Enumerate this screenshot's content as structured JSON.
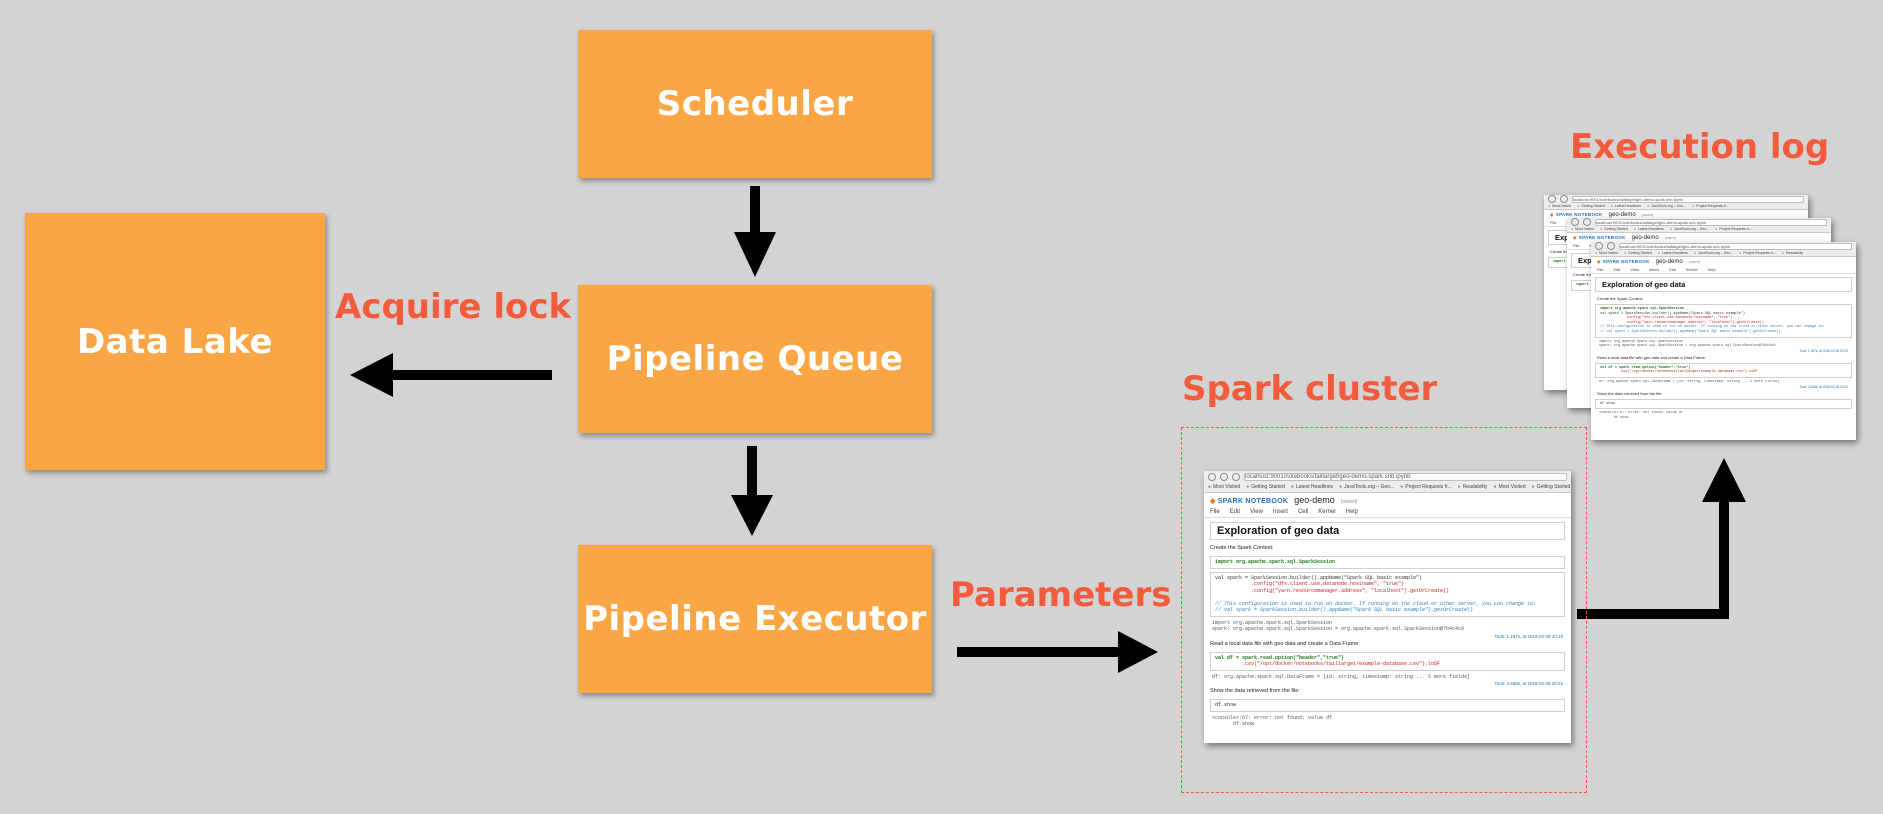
{
  "boxes": {
    "scheduler": "Scheduler",
    "pipeline_queue": "Pipeline Queue",
    "pipeline_executor": "Pipeline Executor",
    "data_lake": "Data Lake"
  },
  "labels": {
    "acquire_lock": "Acquire lock",
    "parameters": "Parameters",
    "spark_cluster": "Spark cluster",
    "execution_log": "Execution log"
  },
  "colors": {
    "box_fill": "#fba645",
    "box_text": "#ffffff",
    "label_text": "#f25c3c",
    "background": "#d3d3d3",
    "arrow": "#000000"
  },
  "notebook": {
    "url": "localhost:9001/notebooks/tailtarget/geo-demo-spark.snb.ipynb",
    "bookmarks": [
      "Most Visited",
      "Getting Started",
      "Latest Headlines",
      "JavaTools.org – Geo...",
      "Project Requests fr...",
      "Readability",
      "Most Visited",
      "Getting Started"
    ],
    "brand": "SPARK NOTEBOOK",
    "name": "geo-demo",
    "saved": "(saved)",
    "menu": [
      "File",
      "Edit",
      "View",
      "Insert",
      "Cell",
      "Kernel",
      "Help"
    ],
    "heading": "Exploration of geo data",
    "md1": "Create the Spark Context:",
    "code1_l1": "import org.apache.spark.sql.SparkSession",
    "code2_l1": "val spark = SparkSession.builder().appName(\"Spark SQL basic example\")",
    "code2_l2": "            .config(\"dfs.client.use.datanode.hostname\", \"true\")",
    "code2_l3": "            .config(\"yarn.resourcemanager.address\", \"localhost\").getOrCreate()",
    "code2_l4": "// This configuration is used to run on docker. If running on the cloud or other server, you can change to:",
    "code2_l5": "// val spark = SparkSession.builder().appName(\"Spark SQL basic example\").getOrCreate()",
    "out1_l1": "import org.apache.spark.sql.SparkSession",
    "out1_l2": "spark: org.apache.spark.sql.SparkSession = org.apache.spark.sql.SparkSession@7b4c4c0",
    "took1": "Took: 1.187s, at 2018-02-28 20:19",
    "md2": "Read a local data file with geo data and create a Data Frame:",
    "code3_l1": "val df = spark.read.option(\"header\",\"true\")",
    "code3_l2": "         .csv(\"/opt/docker/notebooks/tailtarget/example-database.csv\").toDF",
    "out2_l1": "df: org.apache.spark.sql.DataFrame = [id: string, timestamp: string ... 5 more fields]",
    "took2": "Took: 3.468s, at 2018-02-28 20:21",
    "md3": "Show the data retrieved from the file:",
    "code4_l1": "df.show",
    "out3_l1": "<console>:67: error: not found: value df",
    "out3_l2": "       df.show"
  }
}
